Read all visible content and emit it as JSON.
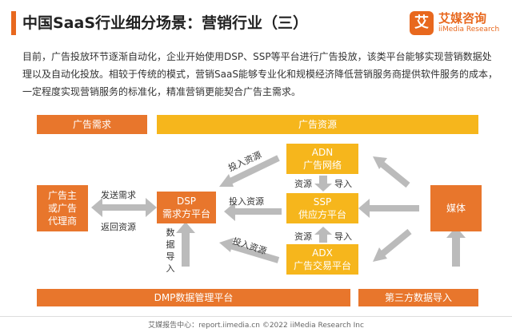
{
  "header": {
    "title": "中国SaaS行业细分场景：营销行业（三）",
    "logo_mark": "艾",
    "logo_cn": "艾媒咨询",
    "logo_en": "iiMedia Research"
  },
  "intro": "目前，广告投放环节逐渐自动化，企业开始使用DSP、SSP等平台进行广告投放，该类平台能够实现营销数据处理以及自动化投放。相较于传统的模式，营销SaaS能够专业化和规模经济降低营销服务商提供软件服务的成本，一定程度实现营销服务的标准化，精准营销更能契合广告主需求。",
  "diagram": {
    "demand_header": "广告需求",
    "resource_header": "广告资源",
    "advertiser": [
      "广告主",
      "或广告",
      "代理商"
    ],
    "dsp": [
      "DSP",
      "需求方平台"
    ],
    "adn": [
      "ADN",
      "广告网络"
    ],
    "ssp": [
      "SSP",
      "供应方平台"
    ],
    "adx": [
      "ADX",
      "广告交易平台"
    ],
    "media": "媒体",
    "dmp": "DMP数据管理平台",
    "third_party": "第三方数据导入",
    "send_demand": "发送需求",
    "return_resource": "返回资源",
    "invest_resource": "投入资源",
    "data_import": [
      "数",
      "据",
      "导",
      "入"
    ],
    "resource": "资源",
    "import": "导入"
  },
  "colors": {
    "accent": "#e8681e",
    "orange_box": "#e8762c",
    "yellow_box": "#f6b61c",
    "arrow": "#bbbbbb"
  },
  "footer": "艾媒报告中心：report.iimedia.cn  ©2022 iiMedia Research Inc"
}
